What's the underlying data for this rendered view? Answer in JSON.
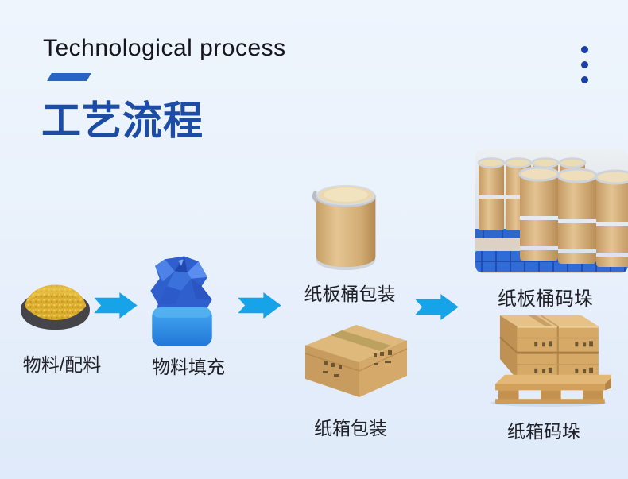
{
  "header": {
    "title_en": "Technological process",
    "title_cn": "工艺流程"
  },
  "flow": {
    "steps": [
      {
        "id": "raw-material",
        "label": "物料/配料",
        "image": "yellow-granules-in-dark-tray"
      },
      {
        "id": "material-filling",
        "label": "物料填充",
        "image": "blue-plastic-bag-filled"
      },
      {
        "id": "drum-packaging",
        "label": "纸板桶包装",
        "image": "kraft-fiber-drum"
      },
      {
        "id": "carton-packaging",
        "label": "纸箱包装",
        "image": "kraft-carton-box"
      },
      {
        "id": "drum-palletizing",
        "label": "纸板桶码垛",
        "image": "fiber-drums-stacked-on-blue-pallets"
      },
      {
        "id": "carton-palletizing",
        "label": "纸箱码垛",
        "image": "cartons-stacked-on-wooden-pallet"
      }
    ]
  },
  "colors": {
    "background_top": "#eef5fd",
    "background_bottom": "#dfeafa",
    "heading_text": "#15151f",
    "accent_blue": "#1d4ca5",
    "divider_blue": "#2a62c6",
    "arrow_cyan": "#17a3e8",
    "label_text": "#202126"
  },
  "icons": {
    "kebab_menu": "vertical-ellipsis",
    "arrows": "arrow-right"
  }
}
